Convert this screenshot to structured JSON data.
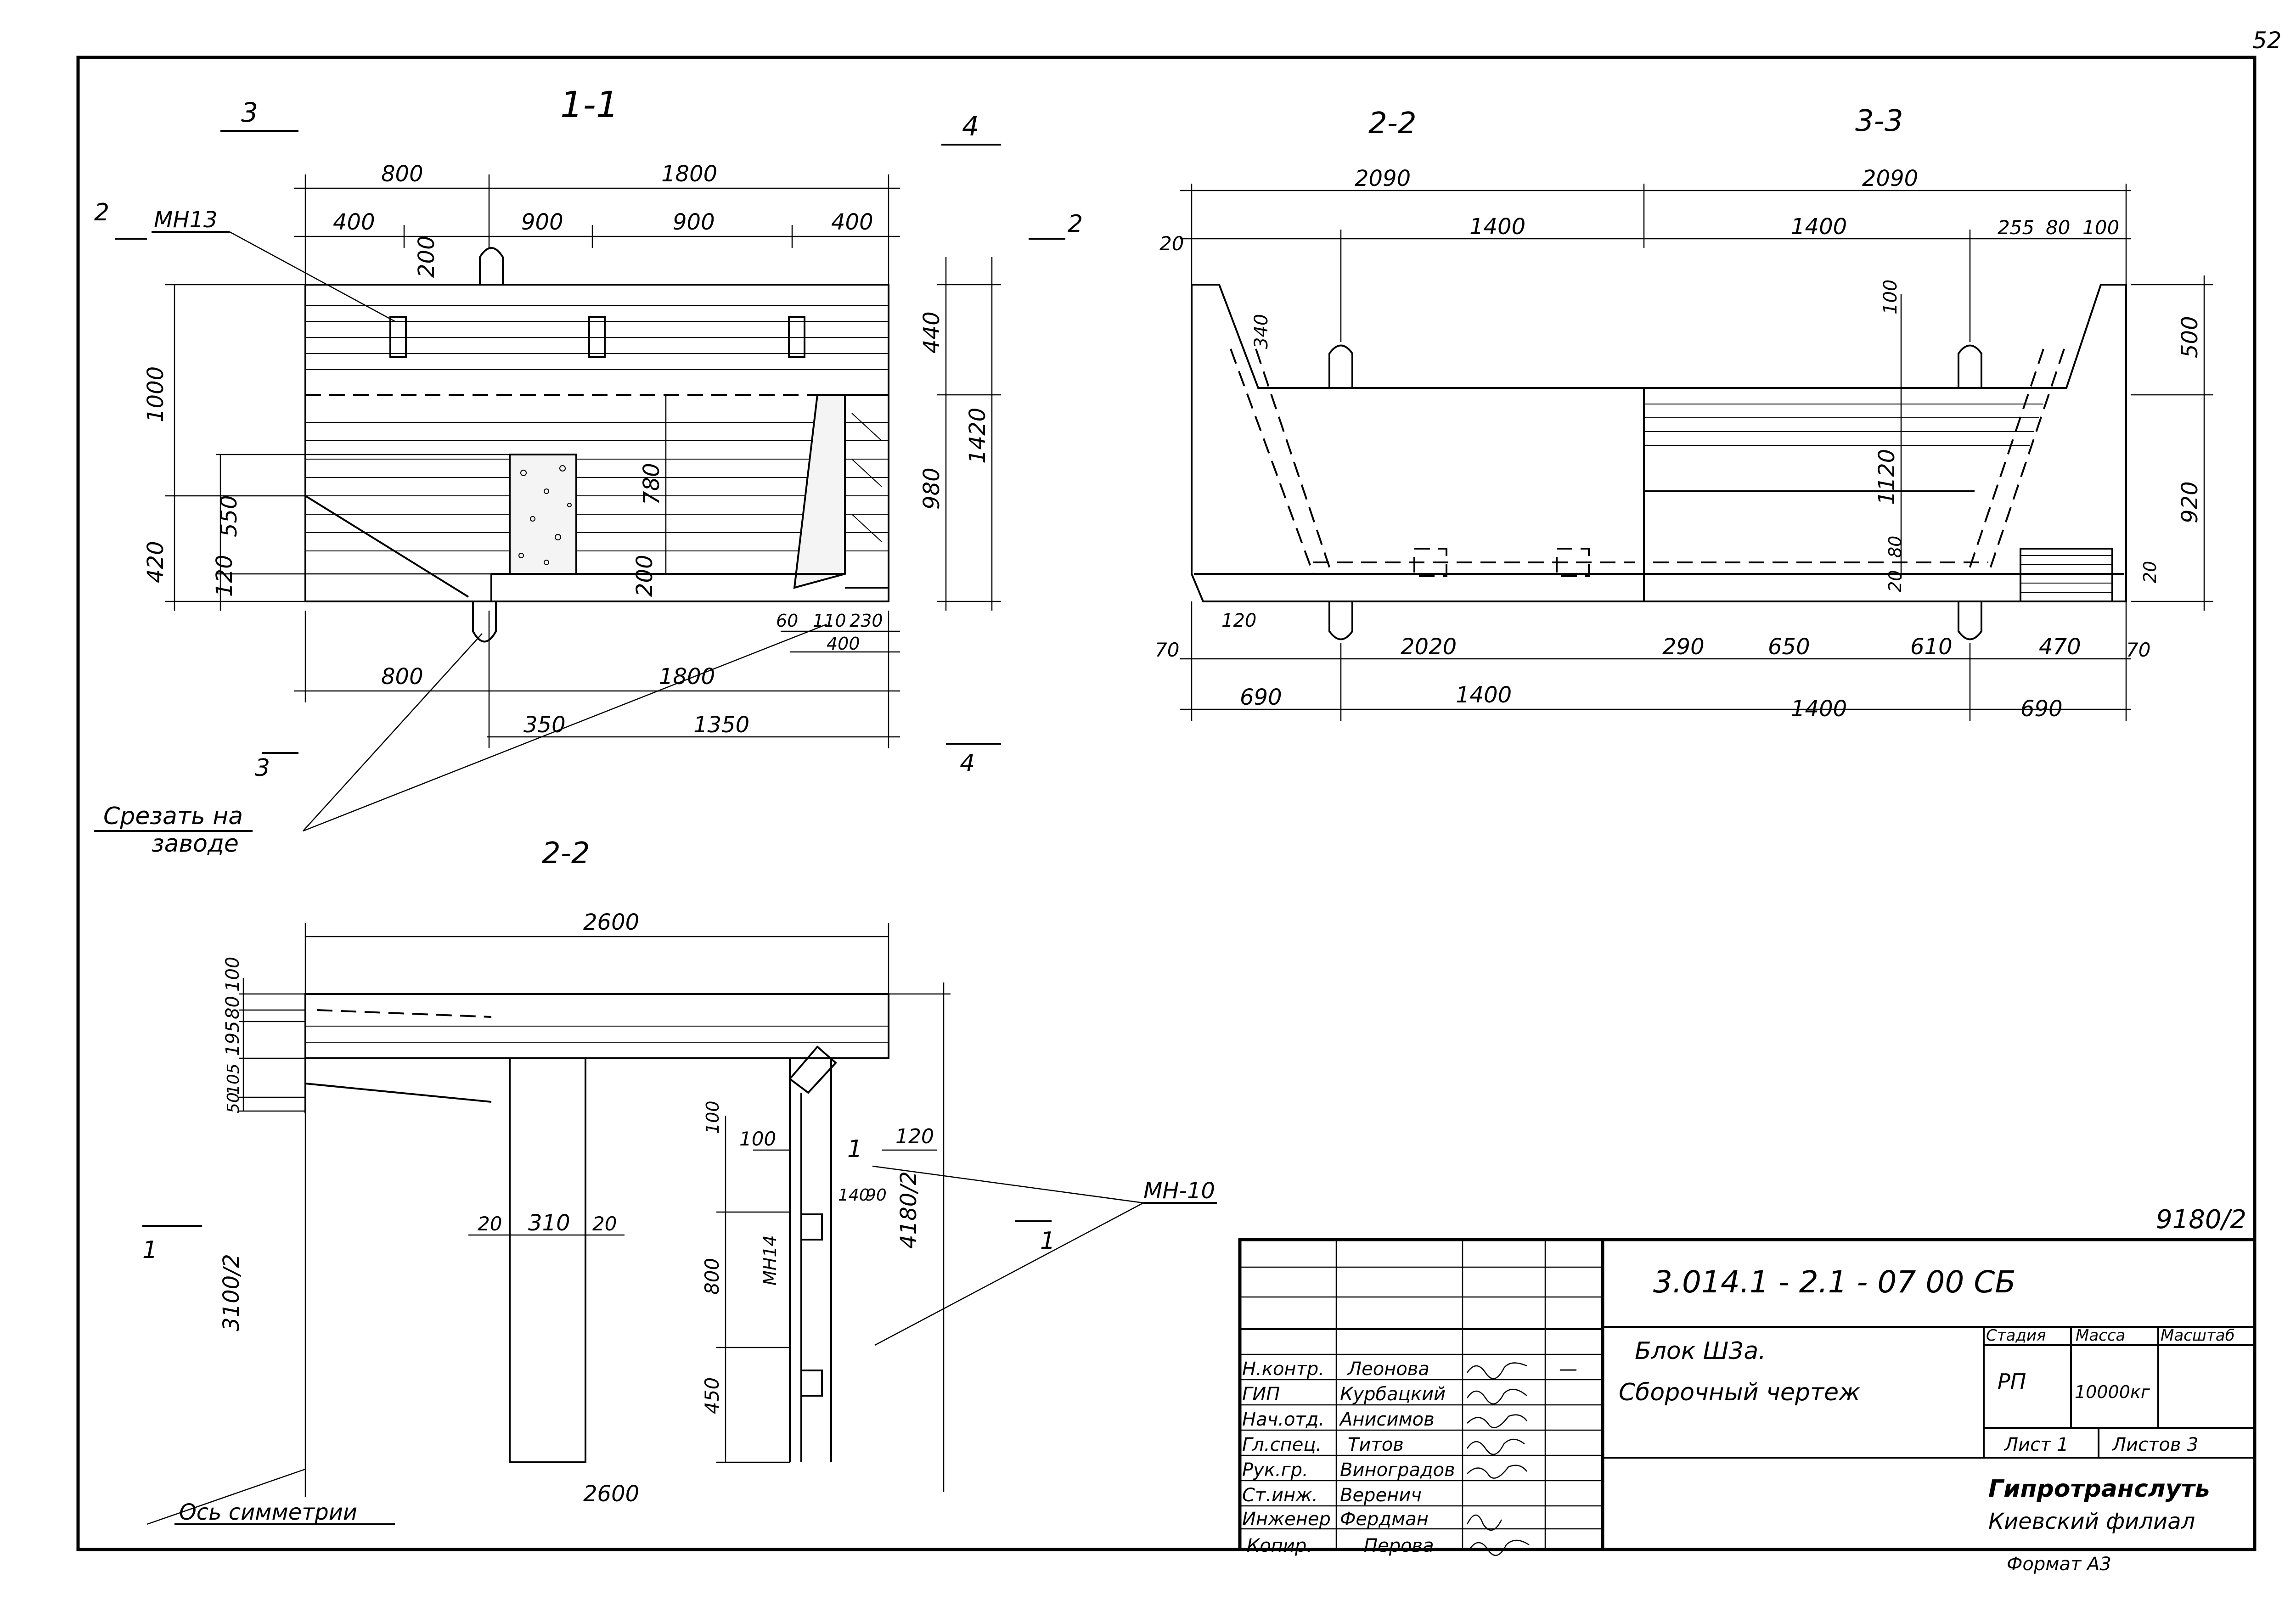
{
  "page_number": "52",
  "sections": {
    "s11": "1-1",
    "s22_top": "2-2",
    "s33": "3-3",
    "s22_bottom": "2-2"
  },
  "cut_marks": {
    "c3": "3",
    "c4": "4",
    "c2": "2"
  },
  "labels": {
    "mn13": "МН13",
    "mn14": "МН14",
    "mn10": "МН-10",
    "cut_note_1": "Срезать на",
    "cut_note_2": "заводе",
    "axis": "Ось симметрии"
  },
  "dims_11": {
    "d800": "800",
    "d1800": "1800",
    "d400a": "400",
    "d900a": "900",
    "d900b": "900",
    "d400b": "400",
    "d200": "200",
    "d1000": "1000",
    "d420": "420",
    "d550": "550",
    "d120": "120",
    "d440": "440",
    "d980": "980",
    "d1420": "1420",
    "d780": "780",
    "d200b": "200",
    "d60": "60",
    "d110": "110",
    "d230": "230",
    "d400c": "400",
    "d800b": "800",
    "d1800b": "1800",
    "d350": "350",
    "d1350": "1350"
  },
  "dims_2233": {
    "d2090a": "2090",
    "d2090b": "2090",
    "d1400a": "1400",
    "d1400b": "1400",
    "d20": "20",
    "d340": "340",
    "d255": "255",
    "d80": "80",
    "d100": "100",
    "d100b": "100",
    "d500": "500",
    "d920": "920",
    "d1120": "1120",
    "d20b": "20",
    "d80b": "80",
    "d20c": "20",
    "d120": "120",
    "d70a": "70",
    "d2020": "2020",
    "d290": "290",
    "d650": "650",
    "d610": "610",
    "d470": "470",
    "d70b": "70",
    "d690a": "690",
    "d1400c": "1400",
    "d1400d": "1400",
    "d690b": "690"
  },
  "dims_22b": {
    "d2600": "2600",
    "d100": "100",
    "d80": "80",
    "d195": "195",
    "d105": "105",
    "d50": "50",
    "d3100": "3100/2",
    "d20a": "20",
    "d310": "310",
    "d20b": "20",
    "d100b": "100",
    "d100c": "100",
    "d120": "120",
    "d140": "140",
    "d90": "90",
    "d800": "800",
    "d450": "450",
    "d4180": "4180/2",
    "d2600b": "2600",
    "c1a": "1",
    "c1b": "1",
    "c1c": "1"
  },
  "sheet_ref": "9180/2",
  "title_block": {
    "doc_code": "3.014.1 - 2.1 - 07 00 СБ",
    "name_line1": "Блок Ш3а.",
    "name_line2": "Сборочный  чертеж",
    "stage_h": "Стадия",
    "mass_h": "Масса",
    "scale_h": "Масштаб",
    "stage": "РП",
    "mass": "10000кг",
    "sheet": "Лист 1",
    "sheets": "Листов 3",
    "org1": "Гипротранслуть",
    "org2": "Киевский филиал",
    "format": "Формат  А3",
    "dash": "—",
    "roles": [
      {
        "role": "Н.контр.",
        "name": "Леонова"
      },
      {
        "role": "ГИП",
        "name": "Курбацкий"
      },
      {
        "role": "Нач.отд.",
        "name": "Анисимов"
      },
      {
        "role": "Гл.спец.",
        "name": "Титов"
      },
      {
        "role": "Рук.гр.",
        "name": "Виноградов"
      },
      {
        "role": "Ст.инж.",
        "name": "Веренич"
      },
      {
        "role": "Инженер",
        "name": "Фердман"
      }
    ],
    "copy_role": "Копир.",
    "copy_name": "Перова"
  }
}
